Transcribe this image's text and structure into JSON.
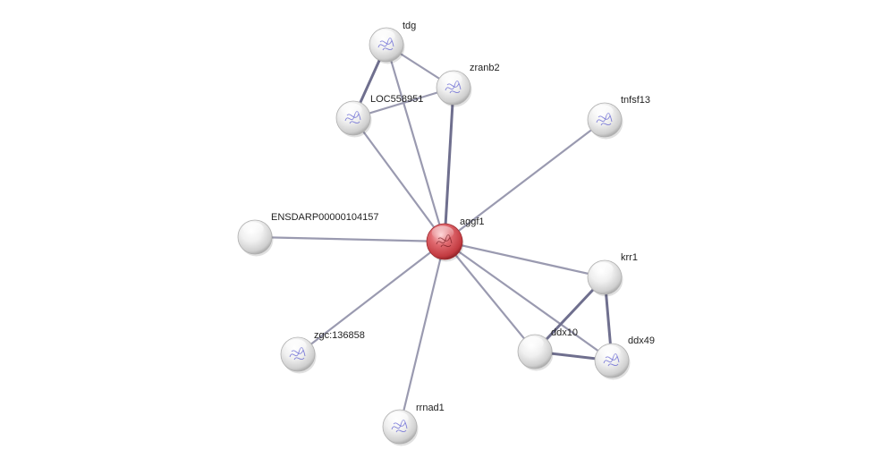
{
  "network": {
    "edge_color": "#9a9ab0",
    "edge_strong_color": "#6f6f8e",
    "node_color": "#e6e6e6",
    "query_node_color": "#d9474d",
    "nodes": [
      {
        "id": "aggf1",
        "label": "aggf1",
        "query": true,
        "structure": true
      },
      {
        "id": "tdg",
        "label": "tdg",
        "query": false,
        "structure": true
      },
      {
        "id": "zranb2",
        "label": "zranb2",
        "query": false,
        "structure": true
      },
      {
        "id": "LOC558951",
        "label": "LOC558951",
        "query": false,
        "structure": true
      },
      {
        "id": "tnfsf13",
        "label": "tnfsf13",
        "query": false,
        "structure": true
      },
      {
        "id": "ENSDARP00000104157",
        "label": "ENSDARP00000104157",
        "query": false,
        "structure": false
      },
      {
        "id": "krr1",
        "label": "krr1",
        "query": false,
        "structure": false
      },
      {
        "id": "ddx10",
        "label": "ddx10",
        "query": false,
        "structure": false
      },
      {
        "id": "ddx49",
        "label": "ddx49",
        "query": false,
        "structure": true
      },
      {
        "id": "zgc136858",
        "label": "zgc:136858",
        "query": false,
        "structure": true
      },
      {
        "id": "rrnad1",
        "label": "rrnad1",
        "query": false,
        "structure": true
      }
    ],
    "edges": [
      {
        "source": "aggf1",
        "target": "tdg",
        "strong": false
      },
      {
        "source": "aggf1",
        "target": "zranb2",
        "strong": true
      },
      {
        "source": "aggf1",
        "target": "LOC558951",
        "strong": false
      },
      {
        "source": "aggf1",
        "target": "tnfsf13",
        "strong": false
      },
      {
        "source": "aggf1",
        "target": "ENSDARP00000104157",
        "strong": false
      },
      {
        "source": "aggf1",
        "target": "krr1",
        "strong": false
      },
      {
        "source": "aggf1",
        "target": "ddx10",
        "strong": false
      },
      {
        "source": "aggf1",
        "target": "ddx49",
        "strong": false
      },
      {
        "source": "aggf1",
        "target": "zgc136858",
        "strong": false
      },
      {
        "source": "aggf1",
        "target": "rrnad1",
        "strong": false
      },
      {
        "source": "tdg",
        "target": "zranb2",
        "strong": false
      },
      {
        "source": "tdg",
        "target": "LOC558951",
        "strong": true
      },
      {
        "source": "LOC558951",
        "target": "zranb2",
        "strong": false
      },
      {
        "source": "krr1",
        "target": "ddx10",
        "strong": true
      },
      {
        "source": "krr1",
        "target": "ddx49",
        "strong": true
      },
      {
        "source": "ddx10",
        "target": "ddx49",
        "strong": true
      }
    ]
  }
}
